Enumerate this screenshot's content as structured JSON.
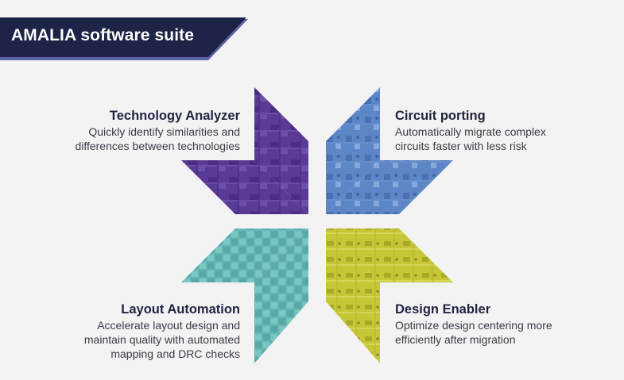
{
  "banner": {
    "title": "AMALIA software suite"
  },
  "colors": {
    "banner": "#1d2447",
    "banner_accent": "#5a62a6",
    "analyzer": "#5b3a96",
    "porting": "#5d86c7",
    "layout": "#64b6b4",
    "enabler": "#c6c636"
  },
  "features": {
    "analyzer": {
      "title": "Technology Analyzer",
      "desc": [
        "Quickly identify similarities and",
        "differences between technologies"
      ]
    },
    "porting": {
      "title": "Circuit porting",
      "desc": [
        "Automatically migrate complex",
        "circuits faster with less risk"
      ]
    },
    "layout": {
      "title": "Layout Automation",
      "desc": [
        "Accelerate layout design and",
        "maintain quality with automated",
        "mapping and DRC checks"
      ]
    },
    "enabler": {
      "title": "Design Enabler",
      "desc": [
        "Optimize design centering more",
        "efficiently after migration"
      ]
    }
  }
}
